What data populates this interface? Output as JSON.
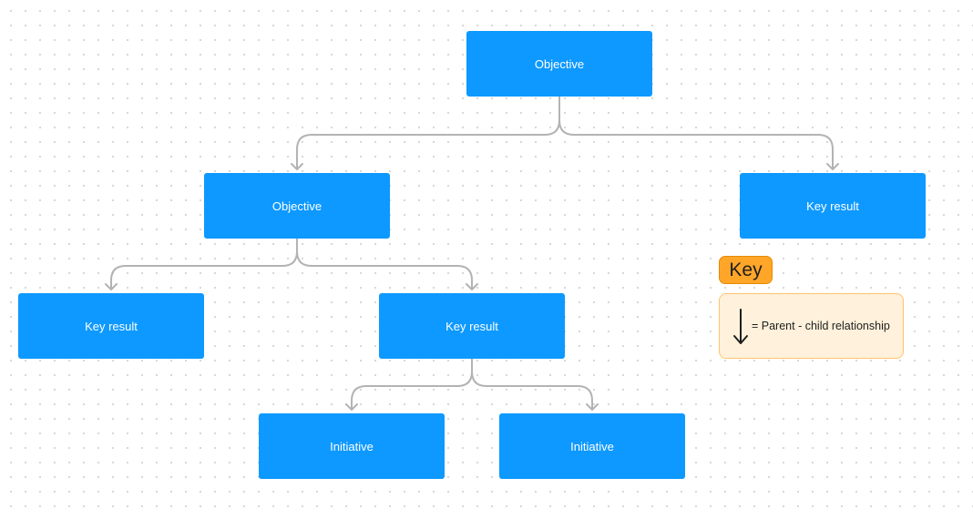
{
  "nodes": {
    "root_objective": "Objective",
    "sub_objective": "Objective",
    "key_result_top_right": "Key result",
    "key_result_left": "Key result",
    "key_result_middle": "Key result",
    "initiative_left": "Initiative",
    "initiative_right": "Initiative"
  },
  "legend": {
    "title": "Key",
    "description": "= Parent - child relationship"
  },
  "colors": {
    "node_fill": "#0d99ff",
    "connector": "#b3b3b3",
    "legend_title_fill": "#ffa629",
    "legend_box_fill": "#fff1db",
    "legend_box_border": "#ffc470"
  }
}
